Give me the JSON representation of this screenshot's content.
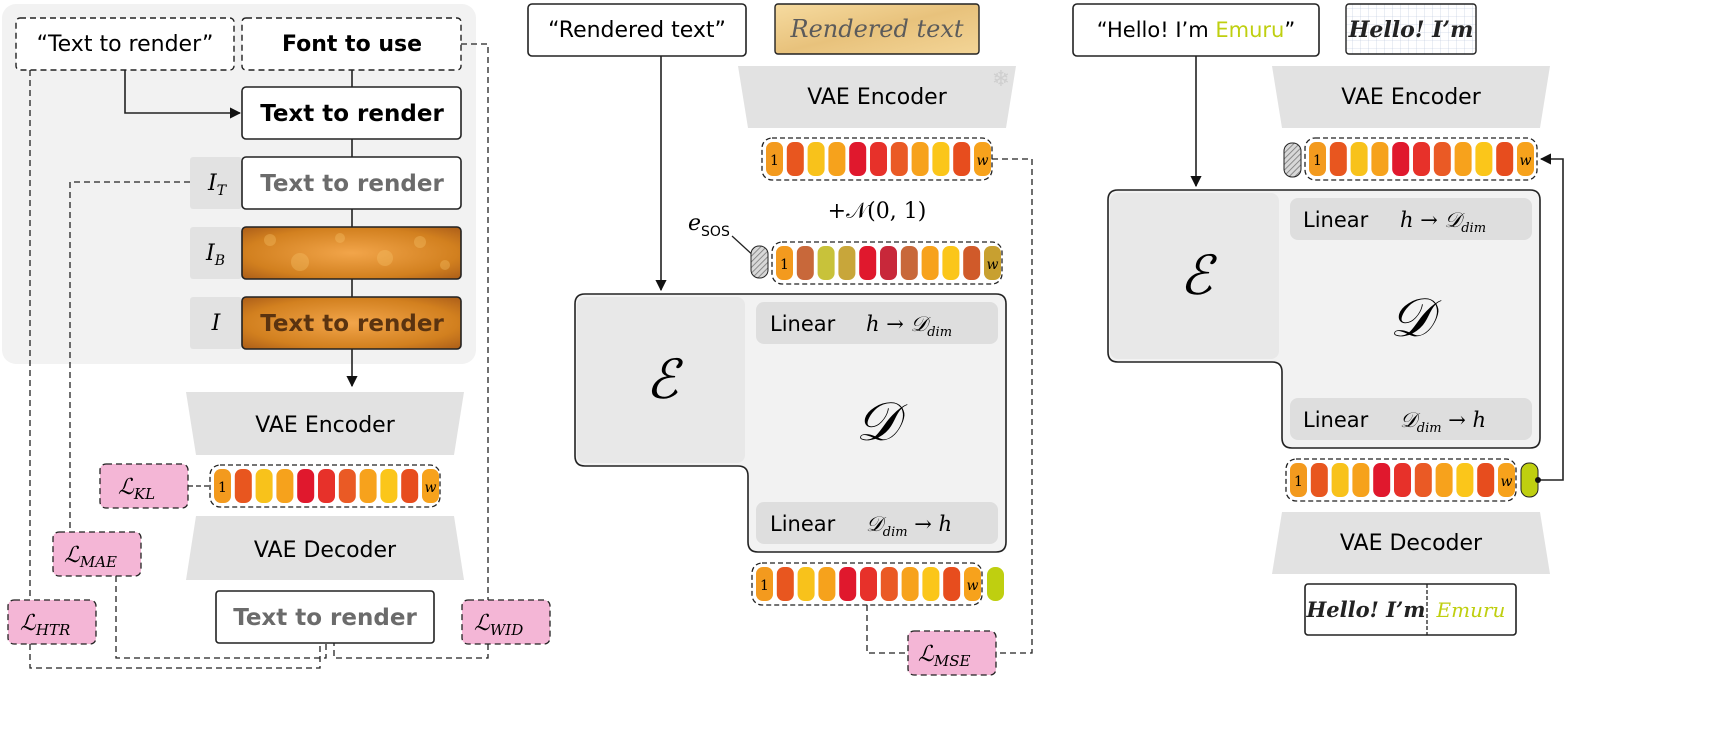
{
  "colors": {
    "panel_bg": "#f2f2f2",
    "block_gray": "#e4e4e4",
    "inner_gray": "#dedede",
    "loss_pink": "#f4b6d6",
    "emuru_green": "#bfcf10",
    "token_palette": [
      "#f39a1e",
      "#e8561f",
      "#f8c21b",
      "#f6a21c",
      "#e0182d",
      "#e7312a",
      "#ea5a25",
      "#f7a21c",
      "#fbc61a",
      "#e74d1e",
      "#f7a21c"
    ],
    "token_palette_noisy": [
      "#f39a1e",
      "#c8683a",
      "#c8c23a",
      "#c8a63a",
      "#e0182d",
      "#c8283a",
      "#c8683a",
      "#f7a21c",
      "#fbc61a",
      "#d05a2a",
      "#c8a030"
    ],
    "texture_dark": "#b8661f",
    "texture_light": "#e8a24a"
  },
  "left": {
    "text_to_render_quote": "“Text to render”",
    "font_to_use": "Font to use",
    "text_to_render_bold": "Text to render",
    "img_text": "Text to render",
    "img_final": "Text to render",
    "label_IT": "I",
    "label_IT_sub": "T",
    "label_IB": "I",
    "label_IB_sub": "B",
    "label_I": "I",
    "vae_encoder": "VAE Encoder",
    "vae_decoder": "VAE Decoder",
    "decoded_text": "Text to render",
    "token_first": "1",
    "token_last": "w",
    "loss_kl": "KL",
    "loss_mae": "MAE",
    "loss_htr": "HTR",
    "loss_wid": "WID",
    "loss_symbol": "ℒ"
  },
  "middle": {
    "rendered_text_quote": "“Rendered text”",
    "rendered_text_image": "Rendered text",
    "vae_encoder": "VAE Encoder",
    "noise": "+𝒩(0, 1)",
    "e_sos": "e",
    "e_sos_sub": "SOS",
    "encoder_symbol": "ℰ",
    "decoder_symbol": "𝒟",
    "linear_in": "Linear",
    "linear_in_math": "h → 𝒟",
    "linear_in_sub": "dim",
    "linear_out": "Linear",
    "linear_out_math": "𝒟",
    "linear_out_sub": "dim",
    "linear_out_tail": " → h",
    "token_first": "1",
    "token_last": "w",
    "loss_mse": "MSE",
    "loss_symbol": "ℒ"
  },
  "right": {
    "hello_quote_a": "“Hello! I’m ",
    "hello_quote_b": "Emuru",
    "hello_quote_c": "”",
    "hello_image": "Hello! I’m",
    "vae_encoder": "VAE Encoder",
    "vae_decoder": "VAE Decoder",
    "encoder_symbol": "ℰ",
    "decoder_symbol": "𝒟",
    "linear_in": "Linear",
    "linear_in_math": "h → 𝒟",
    "linear_in_sub": "dim",
    "linear_out": "Linear",
    "linear_out_math": "𝒟",
    "linear_out_sub": "dim",
    "linear_out_tail": " → h",
    "token_first": "1",
    "token_last": "w",
    "output_a": "Hello! I’m",
    "output_b": "Emuru"
  }
}
